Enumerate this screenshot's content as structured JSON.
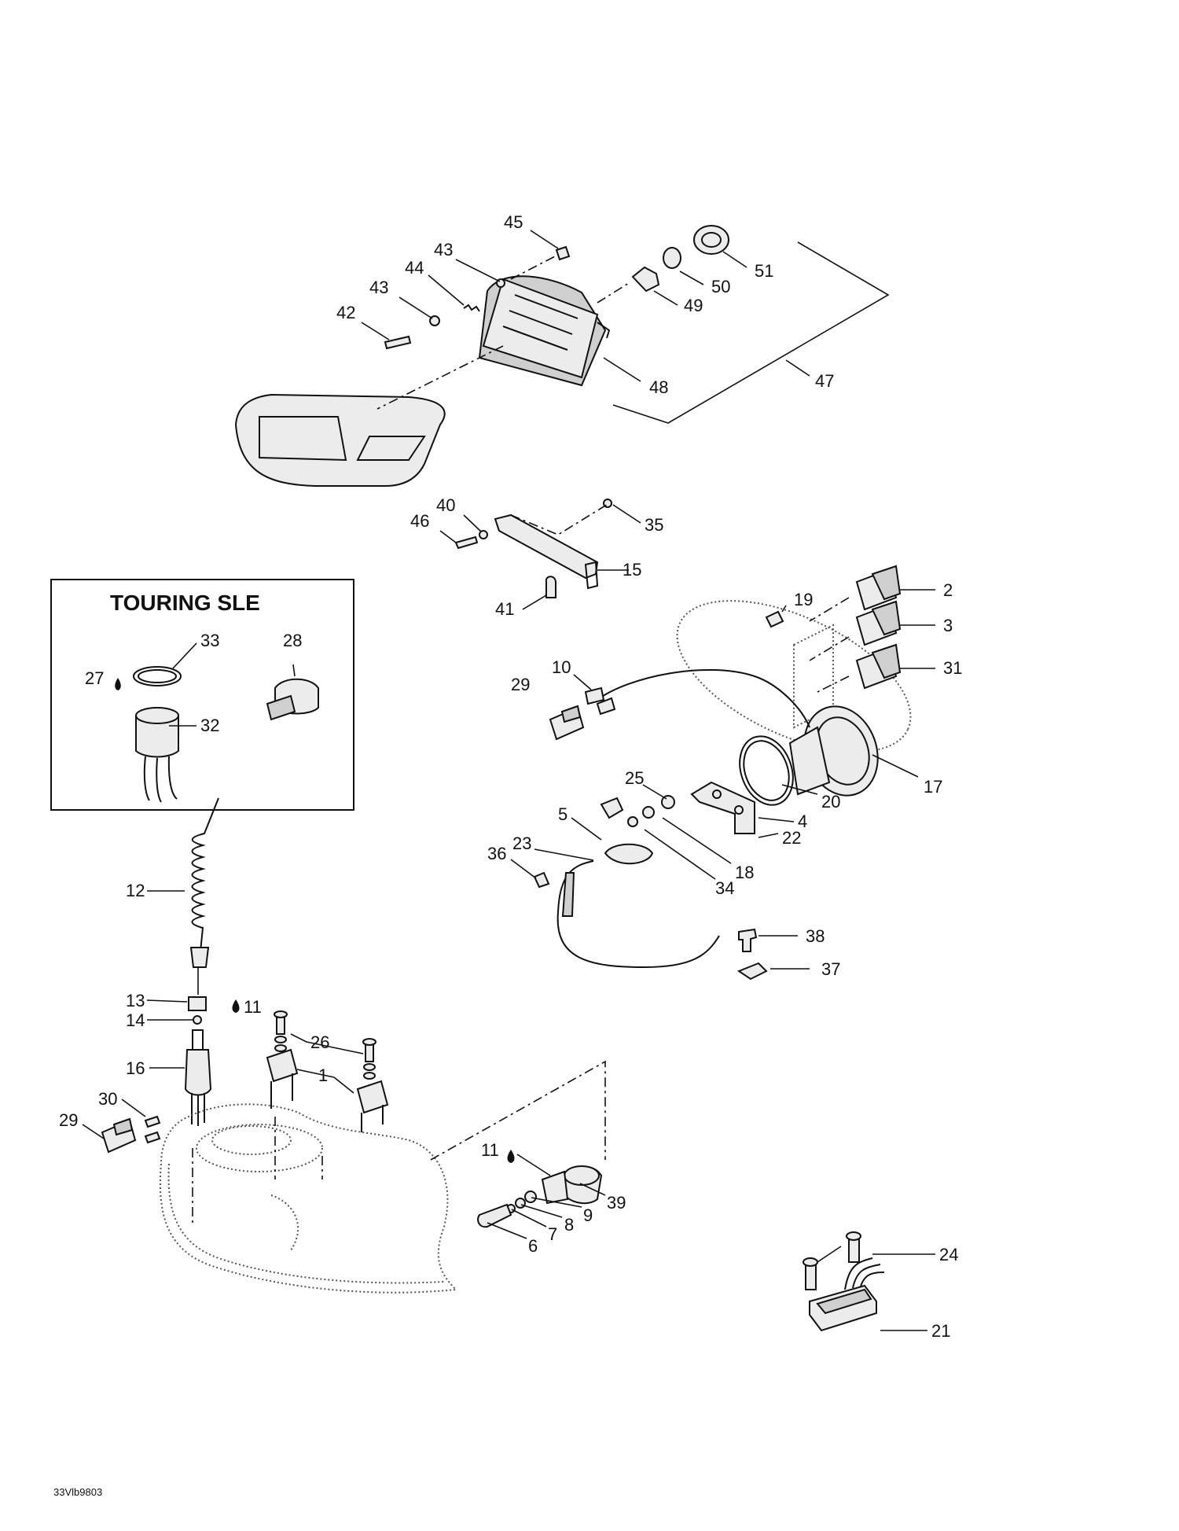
{
  "inset": {
    "title": "TOURING SLE"
  },
  "reference_code": "33Vlb9803",
  "callouts": [
    {
      "id": "c45",
      "label": "45"
    },
    {
      "id": "c43a",
      "label": "43"
    },
    {
      "id": "c44",
      "label": "44"
    },
    {
      "id": "c43b",
      "label": "43"
    },
    {
      "id": "c42",
      "label": "42"
    },
    {
      "id": "c51",
      "label": "51"
    },
    {
      "id": "c50",
      "label": "50"
    },
    {
      "id": "c49",
      "label": "49"
    },
    {
      "id": "c48",
      "label": "48"
    },
    {
      "id": "c47",
      "label": "47"
    },
    {
      "id": "c40",
      "label": "40"
    },
    {
      "id": "c46",
      "label": "46"
    },
    {
      "id": "c35",
      "label": "35"
    },
    {
      "id": "c15",
      "label": "15"
    },
    {
      "id": "c41",
      "label": "41"
    },
    {
      "id": "c33",
      "label": "33"
    },
    {
      "id": "c28",
      "label": "28"
    },
    {
      "id": "c27",
      "label": "27"
    },
    {
      "id": "c32",
      "label": "32"
    },
    {
      "id": "c2",
      "label": "2"
    },
    {
      "id": "c19",
      "label": "19"
    },
    {
      "id": "c3",
      "label": "3"
    },
    {
      "id": "c31",
      "label": "31"
    },
    {
      "id": "c10",
      "label": "10"
    },
    {
      "id": "c29a",
      "label": "29"
    },
    {
      "id": "c17",
      "label": "17"
    },
    {
      "id": "c20",
      "label": "20"
    },
    {
      "id": "c25",
      "label": "25"
    },
    {
      "id": "c4",
      "label": "4"
    },
    {
      "id": "c22",
      "label": "22"
    },
    {
      "id": "c5",
      "label": "5"
    },
    {
      "id": "c18",
      "label": "18"
    },
    {
      "id": "c23",
      "label": "23"
    },
    {
      "id": "c34",
      "label": "34"
    },
    {
      "id": "c36",
      "label": "36"
    },
    {
      "id": "c38",
      "label": "38"
    },
    {
      "id": "c37",
      "label": "37"
    },
    {
      "id": "c12",
      "label": "12"
    },
    {
      "id": "c13",
      "label": "13"
    },
    {
      "id": "c14",
      "label": "14"
    },
    {
      "id": "c11a",
      "label": "11"
    },
    {
      "id": "c26",
      "label": "26"
    },
    {
      "id": "c16",
      "label": "16"
    },
    {
      "id": "c1",
      "label": "1"
    },
    {
      "id": "c30",
      "label": "30"
    },
    {
      "id": "c29b",
      "label": "29"
    },
    {
      "id": "c11b",
      "label": "11"
    },
    {
      "id": "c39",
      "label": "39"
    },
    {
      "id": "c9",
      "label": "9"
    },
    {
      "id": "c8",
      "label": "8"
    },
    {
      "id": "c7",
      "label": "7"
    },
    {
      "id": "c6",
      "label": "6"
    },
    {
      "id": "c24",
      "label": "24"
    },
    {
      "id": "c21",
      "label": "21"
    }
  ]
}
